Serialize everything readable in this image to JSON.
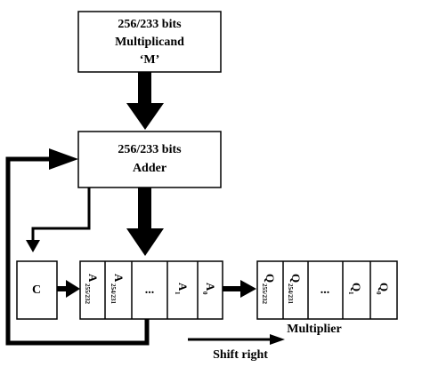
{
  "multiplicand_box": {
    "line1": "256/233 bits",
    "line2": "Multiplicand",
    "line3": "‘M’"
  },
  "adder_box": {
    "line1": "256/233 bits",
    "line2": "Adder"
  },
  "carry_box": {
    "label": "C"
  },
  "a_register": {
    "cells": [
      {
        "main": "A",
        "sub": "255/232"
      },
      {
        "main": "A",
        "sub": "254/231"
      },
      {
        "main": "...",
        "sub": ""
      },
      {
        "main": "A",
        "sub": "1"
      },
      {
        "main": "A",
        "sub": "0"
      }
    ]
  },
  "q_register": {
    "cells": [
      {
        "main": "Q",
        "sub": "255/232"
      },
      {
        "main": "Q",
        "sub": "254/231"
      },
      {
        "main": "...",
        "sub": ""
      },
      {
        "main": "Q",
        "sub": "1"
      },
      {
        "main": "Q",
        "sub": "0"
      }
    ],
    "caption": "Multiplier"
  },
  "shift_label": "Shift right"
}
